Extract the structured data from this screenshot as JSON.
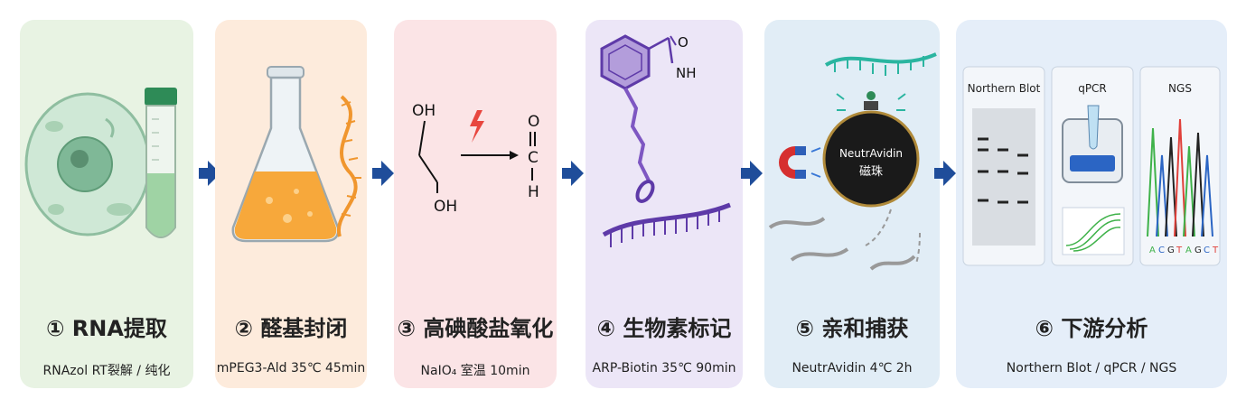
{
  "steps": [
    {
      "title": "① RNA提取",
      "subtitle": "RNAzol RT裂解 / 纯化"
    },
    {
      "title": "② 醛基封闭",
      "subtitle": "mPEG3-Ald 35℃ 45min"
    },
    {
      "title": "③ 高碘酸盐氧化",
      "subtitle": "NaIO₄ 室温 10min"
    },
    {
      "title": "④ 生物素标记",
      "subtitle": "ARP-Biotin 35℃ 90min"
    },
    {
      "title": "⑤ 亲和捕获",
      "subtitle": "NeutrAvidin 4℃ 2h"
    },
    {
      "title": "⑥ 下游分析",
      "subtitle": "Northern Blot / qPCR / NGS"
    }
  ],
  "chem": {
    "oh_top": "OH",
    "oh_bottom": "OH",
    "o": "O",
    "c": "C",
    "h": "H",
    "nh": "NH",
    "o_amide": "O"
  },
  "bead": {
    "line1": "NeutrAvidin",
    "line2": "磁珠"
  },
  "analysis": {
    "northern_label": "Northern Blot",
    "qpcr_label": "qPCR",
    "ngs_label": "NGS",
    "bases": [
      "A",
      "C",
      "G",
      "T",
      "A",
      "G",
      "C",
      "T"
    ]
  },
  "colors": {
    "panel1": "#e8f3e3",
    "panel2": "#fdebdc",
    "panel3": "#fbe4e6",
    "panel4": "#ece6f7",
    "panel5": "#e1edf6",
    "panel6": "#e5eef9",
    "arrow": "#1f4d9a"
  }
}
